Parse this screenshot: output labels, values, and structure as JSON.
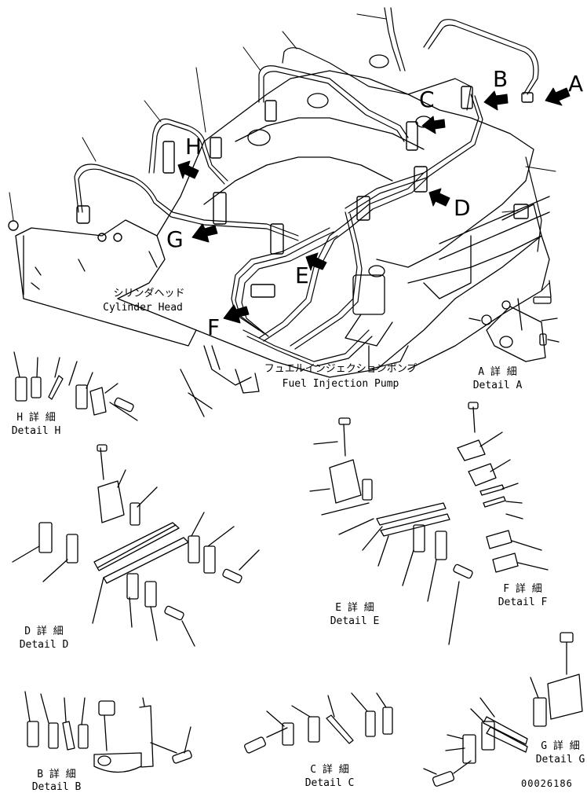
{
  "view_letters": {
    "A": "A",
    "B": "B",
    "C": "C",
    "D": "D",
    "E": "E",
    "F": "F",
    "G": "G",
    "H": "H"
  },
  "labels": {
    "cylinder_head_jp": "シリンダヘッド",
    "cylinder_head_en": "Cylinder Head",
    "pump_jp": "フュエルインジェクションポンプ",
    "pump_en": "Fuel Injection Pump"
  },
  "details": {
    "A": {
      "jp": "A 詳 細",
      "en": "Detail A"
    },
    "B": {
      "jp": "B 詳 細",
      "en": "Detail B"
    },
    "C": {
      "jp": "C 詳 細",
      "en": "Detail C"
    },
    "D": {
      "jp": "D 詳 細",
      "en": "Detail D"
    },
    "E": {
      "jp": "E 詳 細",
      "en": "Detail E"
    },
    "F": {
      "jp": "F 詳 細",
      "en": "Detail F"
    },
    "G": {
      "jp": "G 詳 細",
      "en": "Detail G"
    },
    "H": {
      "jp": "H 詳 細",
      "en": "Detail H"
    }
  },
  "drawing_number": "00026186"
}
